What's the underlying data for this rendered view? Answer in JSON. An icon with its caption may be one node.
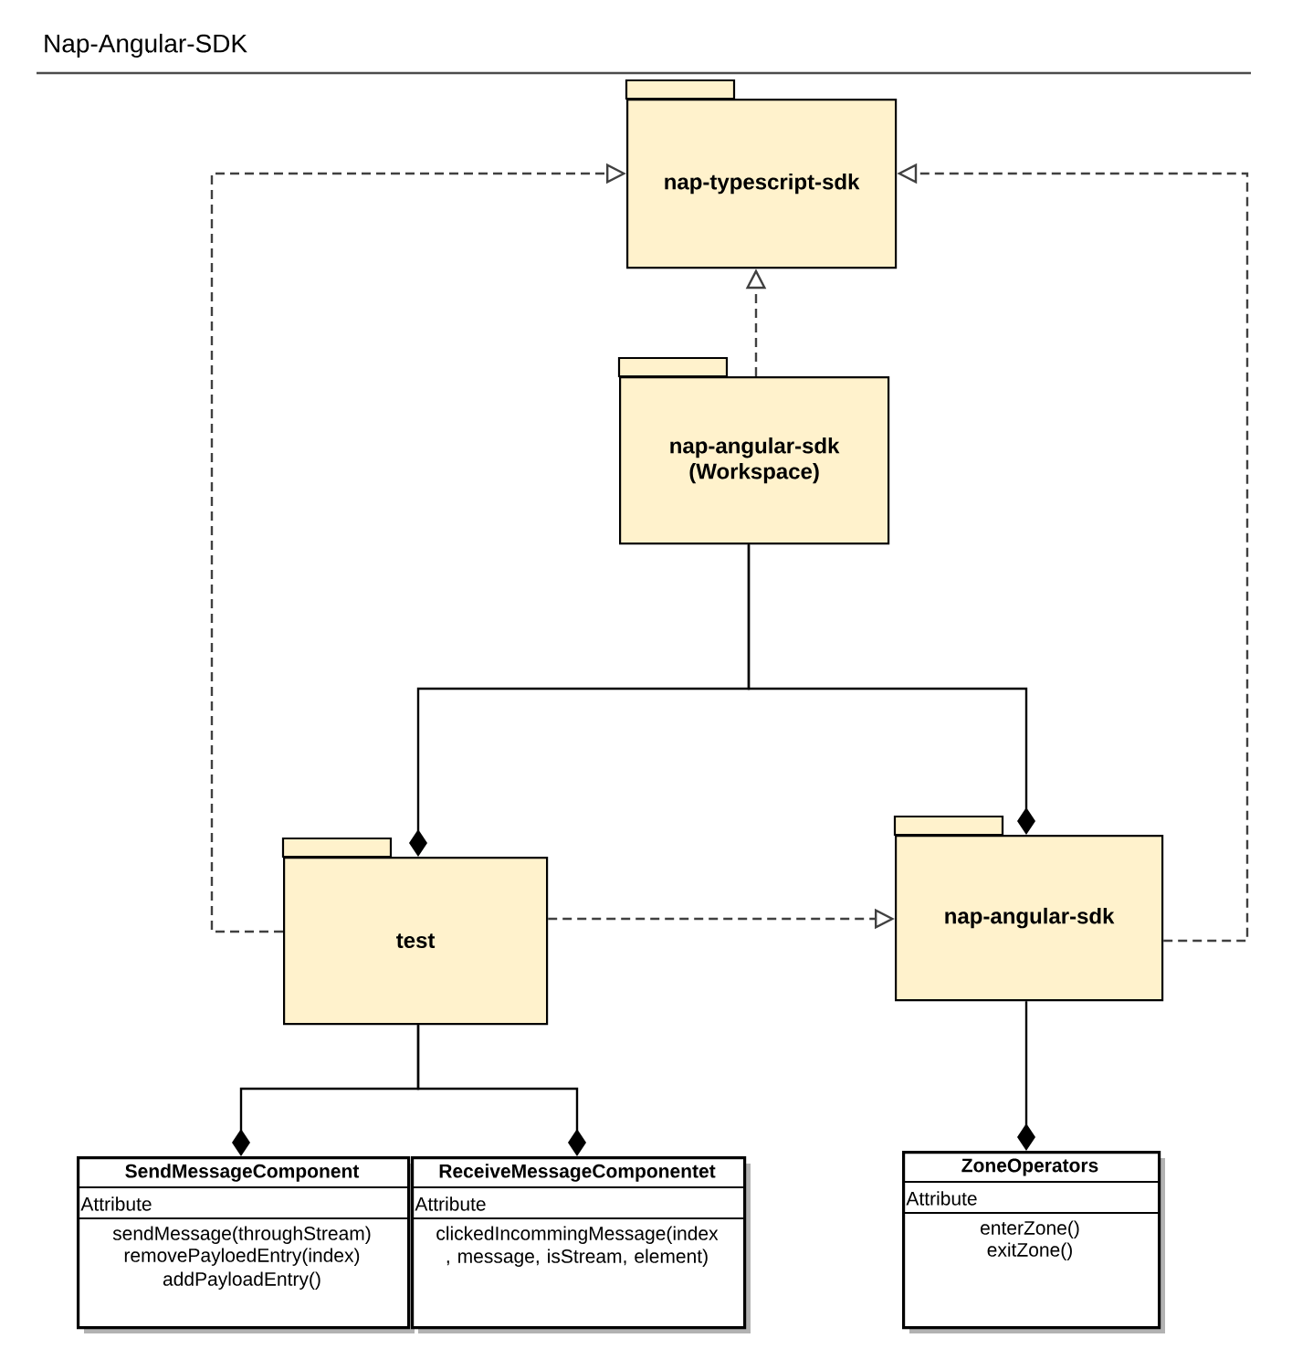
{
  "diagram": {
    "title": "Nap-Angular-SDK",
    "nodes": [
      {
        "text": [
          "nap-typescript-sdk"
        ]
      },
      {
        "text": [
          "nap-angular-sdk (Workspace)"
        ]
      },
      {
        "text": [
          "test"
        ]
      },
      {
        "text": [
          "nap-angular-sdk"
        ]
      },
      {
        "text": [
          "SendMessageComponent",
          "Attribute",
          "sendMessage(throughStream)",
          "removePayloedEntry(index)",
          "addPayloadEntry()"
        ]
      },
      {
        "text": [
          "ReceiveMessageComponentet",
          "Attribute",
          "clickedIncommingMessage(index , message, isStream, element)"
        ]
      },
      {
        "text": [
          "ZoneOperators",
          "Attribute",
          "enterZone()",
          "exitZone()"
        ]
      }
    ],
    "edges": [
      {
        "from": 1,
        "to": 0,
        "arrow": "to",
        "style": "dashed"
      },
      {
        "from": 2,
        "to": 0,
        "arrow": "to",
        "style": "dashed"
      },
      {
        "from": 3,
        "to": 0,
        "arrow": "to",
        "style": "dashed"
      },
      {
        "from": 2,
        "to": 3,
        "arrow": "to",
        "style": "dashed"
      },
      {
        "from": 1,
        "to": 2,
        "arrow": "other"
      },
      {
        "from": 1,
        "to": 3,
        "arrow": "other"
      },
      {
        "from": 2,
        "to": 4,
        "arrow": "other"
      },
      {
        "from": 2,
        "to": 5,
        "arrow": "other"
      },
      {
        "from": 3,
        "to": 6,
        "arrow": "other"
      }
    ]
  }
}
